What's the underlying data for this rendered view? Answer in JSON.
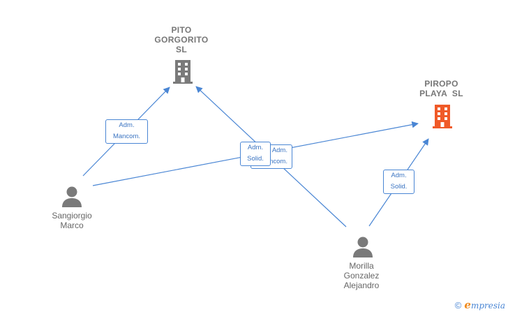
{
  "nodes": {
    "pito": {
      "lines": [
        "PITO",
        "GORGORITO",
        "SL"
      ],
      "color": "#7a7a7a"
    },
    "piropo": {
      "lines": [
        "PIROPO",
        "PLAYA  SL"
      ],
      "color": "#f05a28"
    },
    "sangiorgio": {
      "lines": [
        "Sangiorgio",
        "Marco"
      ],
      "color": "#7a7a7a"
    },
    "morilla": {
      "lines": [
        "Morilla",
        "Gonzalez",
        "Alejandro"
      ],
      "color": "#7a7a7a"
    }
  },
  "relations": [
    {
      "id": "sangiorgio-pito",
      "lines": [
        "Adm.",
        "Mancom."
      ]
    },
    {
      "id": "morilla-pito",
      "lines": [
        "Adm.",
        "Mancom."
      ]
    },
    {
      "id": "sangiorgio-piropo",
      "lines": [
        "Adm.",
        "Solid."
      ]
    },
    {
      "id": "morilla-piropo",
      "lines": [
        "Adm.",
        "Solid."
      ]
    }
  ],
  "edge_color": "#4a86d4",
  "footer": {
    "copyright": "©",
    "brand_initial": "e",
    "brand_rest": "mpresia"
  }
}
